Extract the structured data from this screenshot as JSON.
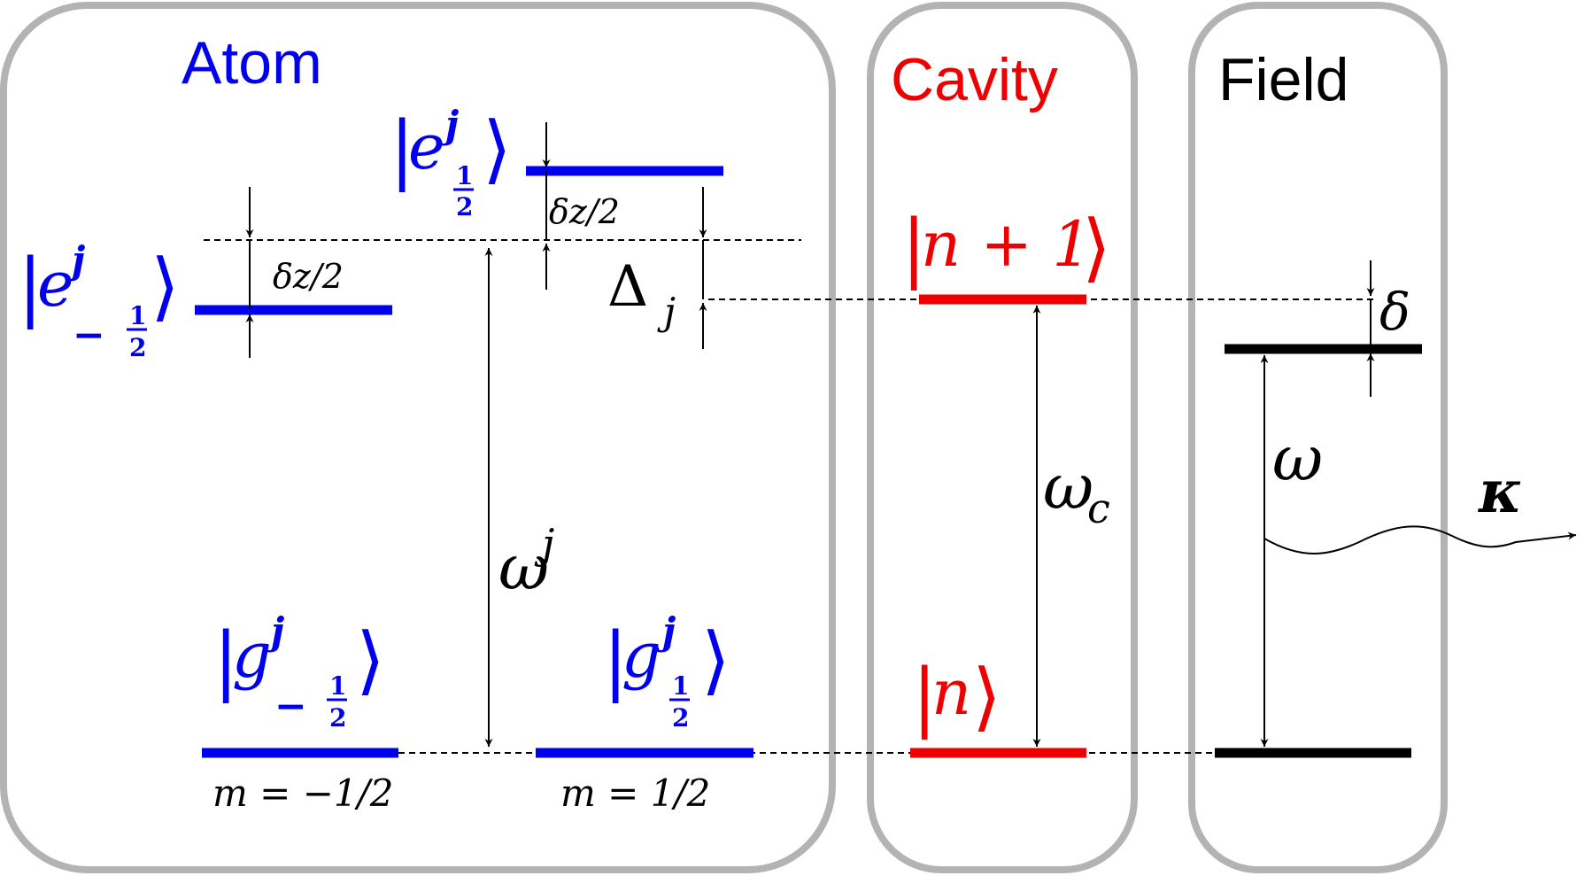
{
  "panels": {
    "atom": "Atom",
    "cavity": "Cavity",
    "field": "Field"
  },
  "colors": {
    "atom": "#0000ee",
    "cavity": "#ee0000",
    "field": "#000000",
    "panel_border": "#b3b3b3"
  },
  "atom": {
    "e_minus": {
      "base": "e",
      "sup": "j",
      "sub": "−",
      "frac_num": "1",
      "frac_den": "2"
    },
    "e_plus": {
      "base": "e",
      "sup": "j",
      "frac_num": "1",
      "frac_den": "2"
    },
    "g_minus": {
      "base": "g",
      "sup": "j",
      "sub": "−",
      "frac_num": "1",
      "frac_den": "2"
    },
    "g_plus": {
      "base": "g",
      "sup": "j",
      "frac_num": "1",
      "frac_den": "2"
    },
    "shift_left": "δz/2",
    "shift_right": "δz/2",
    "detuning": {
      "base": "Δ",
      "sub": "j"
    },
    "transition": {
      "base": "ω",
      "sup": "j"
    },
    "m_left": "m = −1/2",
    "m_right": "m = 1/2"
  },
  "cavity": {
    "upper": "n + 1",
    "lower": "n",
    "transition": {
      "base": "ω",
      "sub": "c"
    }
  },
  "field": {
    "detuning": "δ",
    "transition": "ω",
    "decay": "κ"
  }
}
